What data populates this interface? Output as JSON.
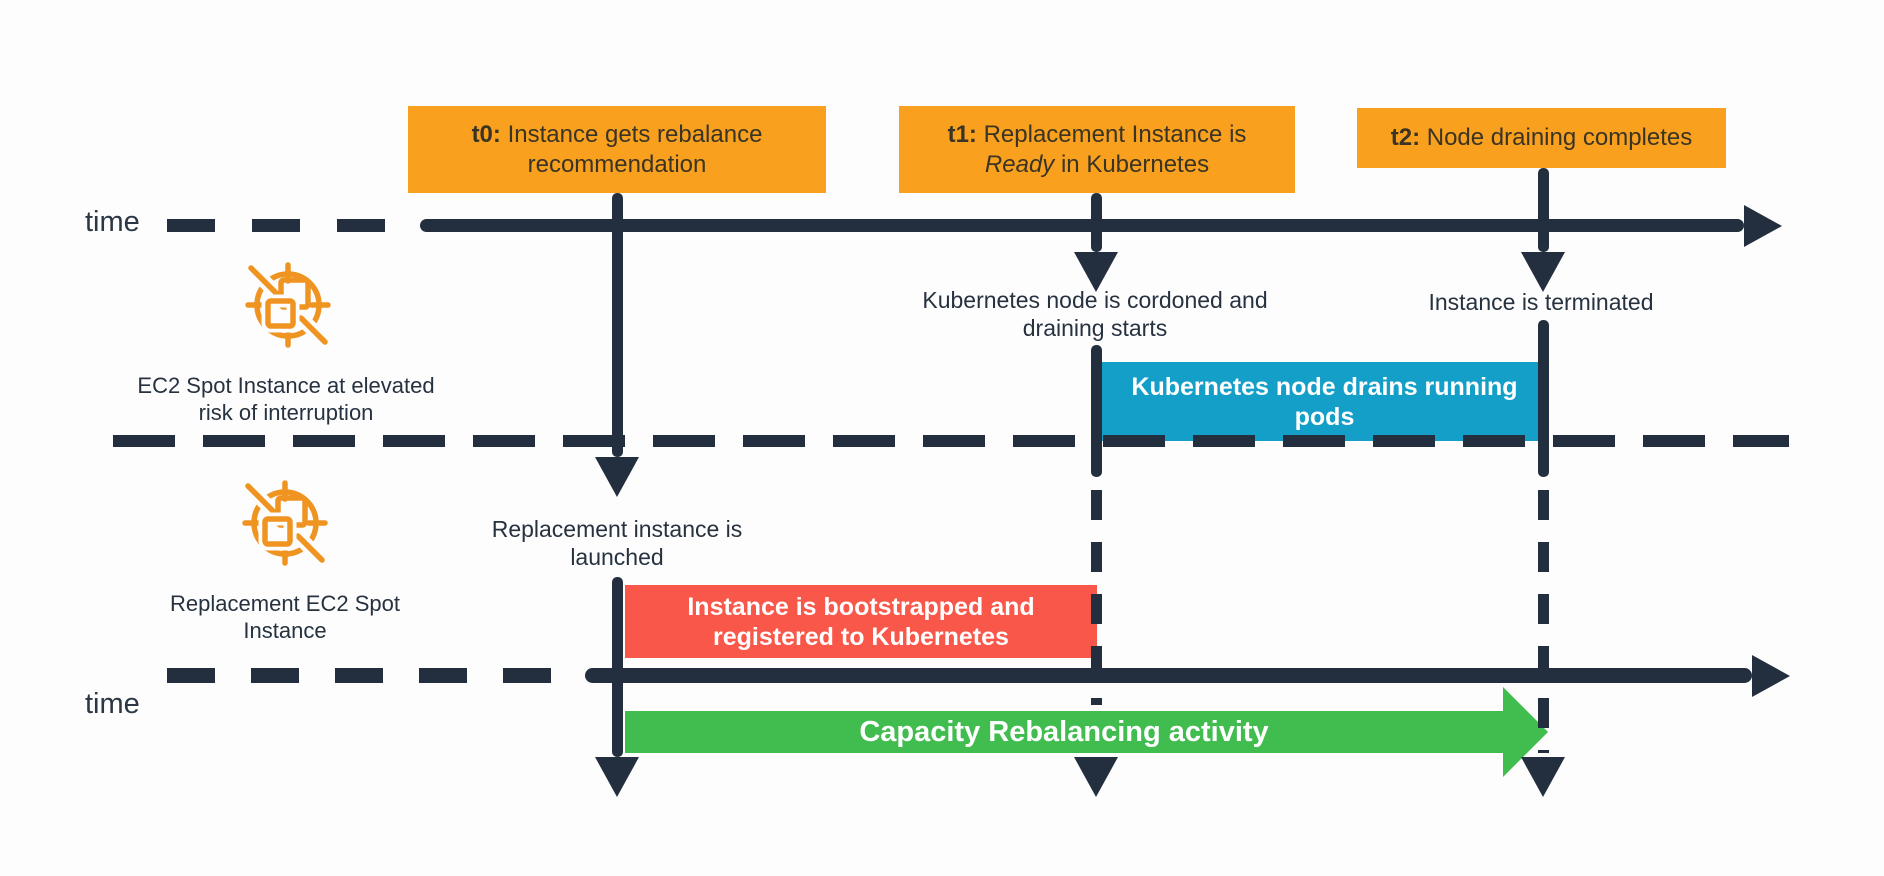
{
  "diagram_title": "EC2 Spot Capacity Rebalancing timeline",
  "palette": {
    "navy": "#232F3E",
    "milestone_orange": "#F9A01F",
    "icon_orange": "#EF9421",
    "drain_blue": "#149FC8",
    "bootstrap_red": "#F8574A",
    "rebalance_green": "#41BC4F",
    "text_dark": "#263240"
  },
  "timelines": {
    "top_label": "time",
    "bottom_label": "time"
  },
  "milestones": {
    "t0": {
      "prefix": "t0:",
      "line1": "Instance gets rebalance",
      "line2": "recommendation"
    },
    "t1": {
      "prefix": "t1:",
      "line1": "Replacement Instance is",
      "line2_italic": "Ready",
      "line2_rest": "in Kubernetes"
    },
    "t2": {
      "prefix": "t2:",
      "line1": "Node draining completes"
    }
  },
  "annotations": {
    "cordoned": {
      "line1": "Kubernetes node is cordoned and",
      "line2": "draining starts"
    },
    "terminated": "Instance is terminated",
    "launched": {
      "line1": "Replacement instance is",
      "line2": "launched"
    }
  },
  "bars": {
    "drain": {
      "line1": "Kubernetes node drains running",
      "line2": "pods",
      "color": "#149FC8"
    },
    "bootstrap": {
      "line1": "Instance is bootstrapped and",
      "line2": "registered to Kubernetes",
      "color": "#F8574A"
    },
    "rebalance": {
      "label": "Capacity Rebalancing activity",
      "color": "#41BC4F"
    }
  },
  "actors": {
    "elevated": {
      "icon": "ec2-spot-icon",
      "line1": "EC2 Spot Instance at elevated",
      "line2": "risk of interruption"
    },
    "replacement": {
      "icon": "ec2-spot-icon",
      "line1": "Replacement EC2 Spot",
      "line2": "Instance"
    }
  }
}
